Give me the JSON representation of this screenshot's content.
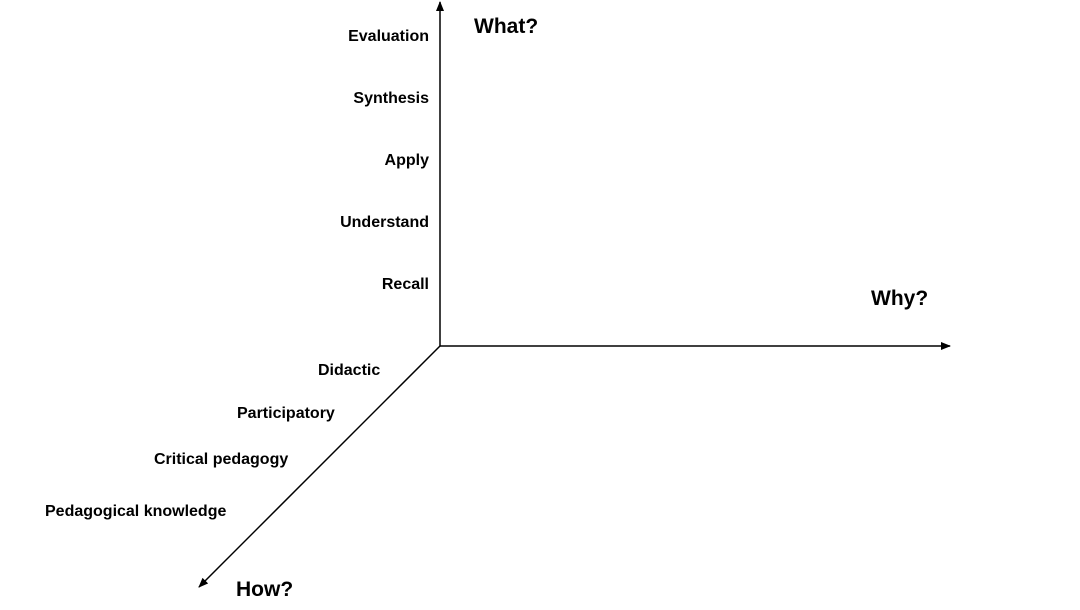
{
  "axes": {
    "vertical": {
      "title": "What?",
      "levels": [
        "Evaluation",
        "Synthesis",
        "Apply",
        "Understand",
        "Recall"
      ]
    },
    "horizontal": {
      "title": "Why?"
    },
    "diagonal": {
      "title": "How?",
      "levels": [
        "Didactic",
        "Participatory",
        "Critical pedagogy",
        "Pedagogical knowledge"
      ]
    }
  },
  "colors": {
    "line": "#000000",
    "background": "#ffffff"
  }
}
